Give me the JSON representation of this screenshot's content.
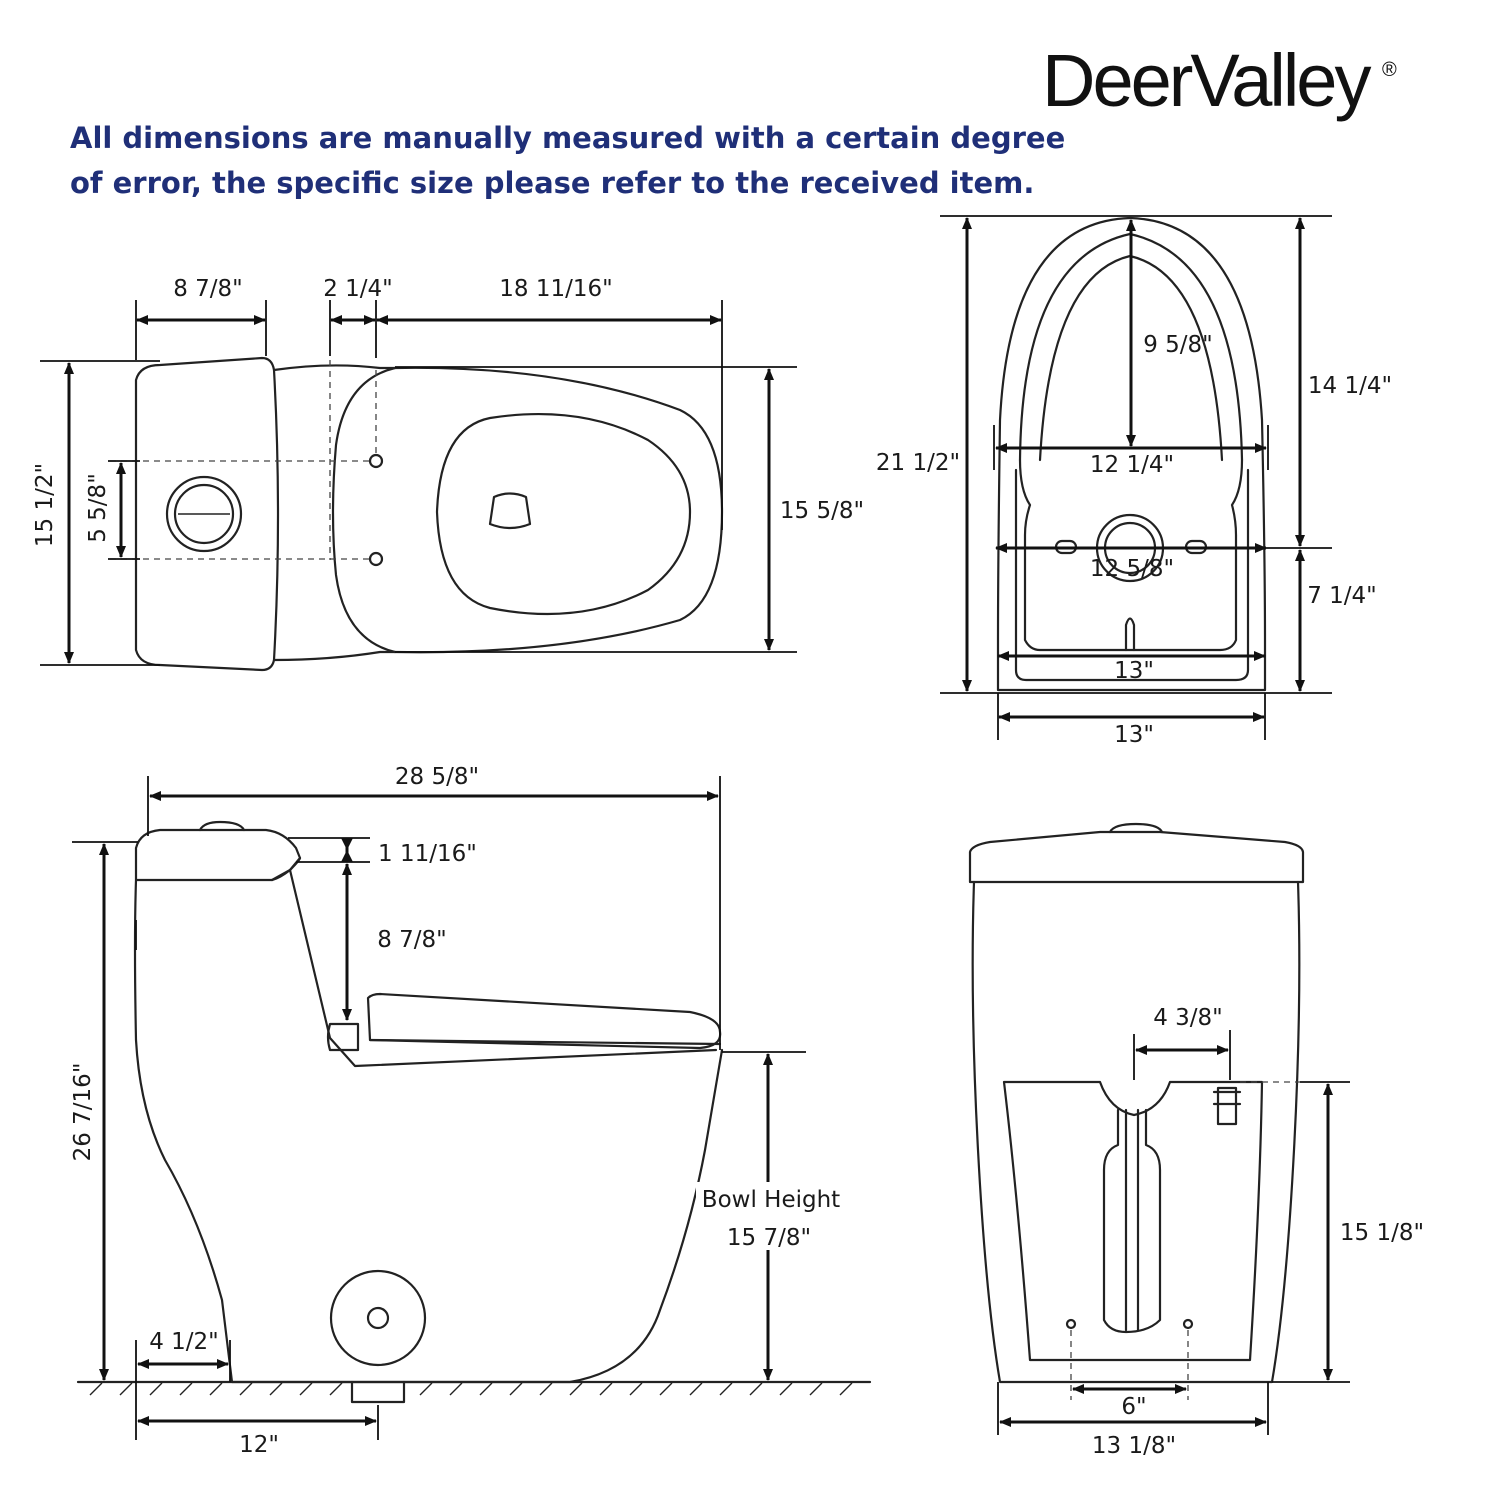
{
  "brand": {
    "name": "DeerValley",
    "mark": "®"
  },
  "note": {
    "line1": "All dimensions are manually measured with a certain degree",
    "line2": "of error, the specific size please refer to the received item."
  },
  "top_view": {
    "tank_depth": "8 7/8\"",
    "bolt_offset": "2 1/4\"",
    "bowl_length": "18 11/16\"",
    "tank_width": "15 1/2\"",
    "bolt_spacing": "5 5/8\"",
    "bowl_width": "15 5/8\""
  },
  "seat_view": {
    "overall_length": "21 1/2\"",
    "inner_length": "9 5/8\"",
    "front_length": "14 1/4\"",
    "inner_width": "12 1/4\"",
    "hinge_width": "12 5/8\"",
    "rear_length": "7 1/4\"",
    "rear_inner_width": "13\"",
    "rear_outer_width": "13\""
  },
  "side_view": {
    "overall_length": "28 5/8\"",
    "lid_thickness": "1 11/16\"",
    "tank_to_seat": "8 7/8\"",
    "overall_height": "26 7/16\"",
    "bowl_height_label": "Bowl Height",
    "bowl_height": "15 7/8\"",
    "front_gap": "4 1/2\"",
    "rough_in": "12\""
  },
  "front_view": {
    "inlet_offset": "4 3/8\"",
    "inlet_height": "15 1/8\"",
    "bolt_spacing": "6\"",
    "base_width": "13 1/8\""
  }
}
